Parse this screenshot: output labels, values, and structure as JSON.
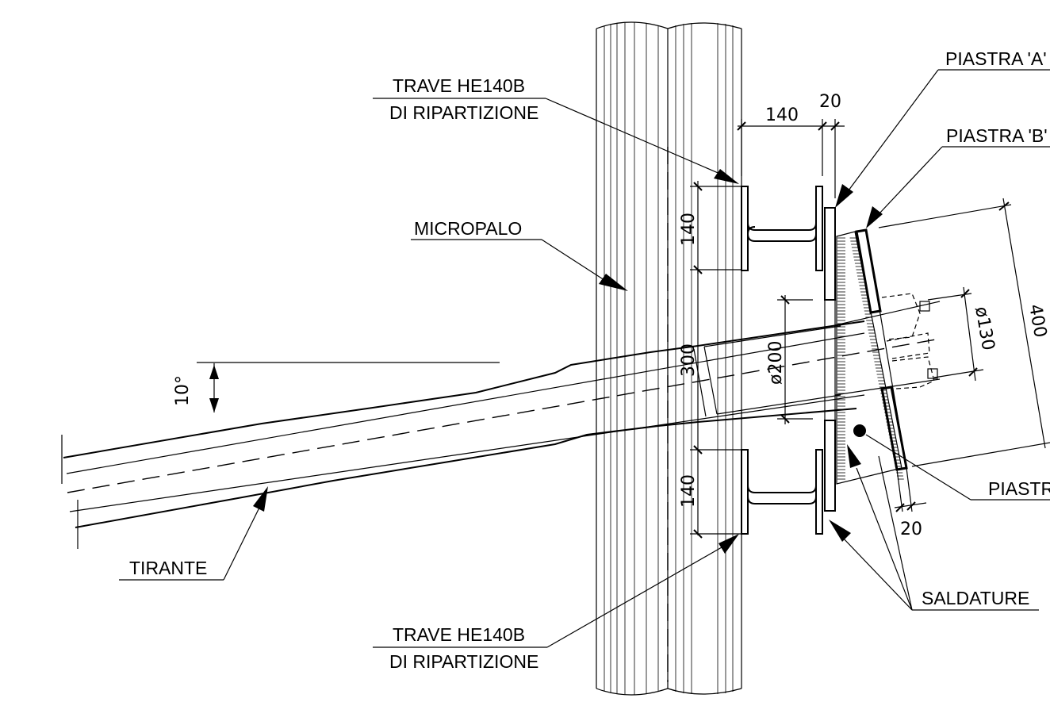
{
  "labels": {
    "trave_top_1": "TRAVE HE140B",
    "trave_top_2": "DI RIPARTIZIONE",
    "trave_bot_1": "TRAVE HE140B",
    "trave_bot_2": "DI RIPARTIZIONE",
    "micropalo": "MICROPALO",
    "tirante": "TIRANTE",
    "piastra_a": "PIASTRA 'A'",
    "piastra_b": "PIASTRA 'B'",
    "piastra_c": "PIASTR",
    "saldature": "SALDATURE"
  },
  "dimensions": {
    "d140_top_h": "140",
    "d20_top": "20",
    "d140_left_top": "140",
    "d300": "300",
    "d140_left_bot": "140",
    "d200": "ø200",
    "d130": "ø130",
    "d400": "400",
    "d20_bot": "20",
    "angle": "10°"
  }
}
